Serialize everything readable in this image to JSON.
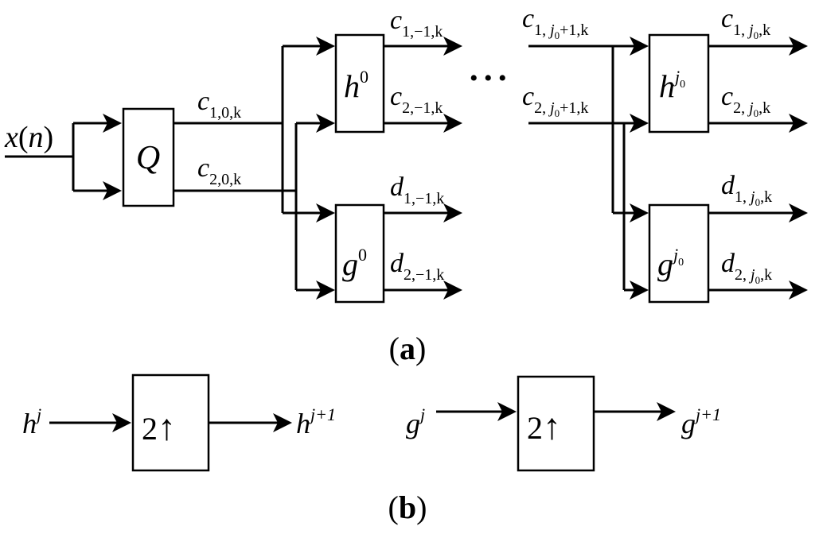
{
  "panel_a": {
    "input_label": {
      "main": "x",
      "open": "(",
      "arg": "n",
      "close": ")"
    },
    "q_block": "Q",
    "first_stage_outputs": [
      {
        "main": "c",
        "sub": "1,0,k"
      },
      {
        "main": "c",
        "sub": "2,0,k"
      }
    ],
    "stage0": {
      "h": {
        "main": "h",
        "sup": "0"
      },
      "g": {
        "main": "g",
        "sup": "0"
      },
      "outputs": [
        {
          "main": "c",
          "sub": "1,−1,k"
        },
        {
          "main": "c",
          "sub": "2,−1,k"
        },
        {
          "main": "d",
          "sub": "1,−1,k"
        },
        {
          "main": "d",
          "sub": "2,−1,k"
        }
      ]
    },
    "ellipsis": "• • •",
    "stageJ": {
      "inputs": [
        {
          "main": "c",
          "sub_pre": "1, ",
          "sub_j": "j",
          "sub_j0": "0",
          "sub_post": "+1,k"
        },
        {
          "main": "c",
          "sub_pre": "2, ",
          "sub_j": "j",
          "sub_j0": "0",
          "sub_post": "+1,k"
        }
      ],
      "h": {
        "main": "h",
        "sup_j": "j",
        "sup_j0": "0"
      },
      "g": {
        "main": "g",
        "sup_j": "j",
        "sup_j0": "0"
      },
      "outputs": [
        {
          "main": "c",
          "sub_pre": "1, ",
          "sub_j": "j",
          "sub_j0": "0",
          "sub_post": ",k"
        },
        {
          "main": "c",
          "sub_pre": "2, ",
          "sub_j": "j",
          "sub_j0": "0",
          "sub_post": ",k"
        },
        {
          "main": "d",
          "sub_pre": "1, ",
          "sub_j": "j",
          "sub_j0": "0",
          "sub_post": ",k"
        },
        {
          "main": "d",
          "sub_pre": "2, ",
          "sub_j": "j",
          "sub_j0": "0",
          "sub_post": ",k"
        }
      ]
    },
    "caption": {
      "open": "(",
      "letter": "a",
      "close": ")"
    }
  },
  "panel_b": {
    "left": {
      "input": {
        "main": "h",
        "sup": "j"
      },
      "block": {
        "num": "2",
        "arrow": "↑"
      },
      "output": {
        "main": "h",
        "sup": "j+1"
      }
    },
    "right": {
      "input": {
        "main": "g",
        "sup": "j"
      },
      "block": {
        "num": "2",
        "arrow": "↑"
      },
      "output": {
        "main": "g",
        "sup": "j+1"
      }
    },
    "caption": {
      "open": "(",
      "letter": "b",
      "close": ")"
    }
  }
}
